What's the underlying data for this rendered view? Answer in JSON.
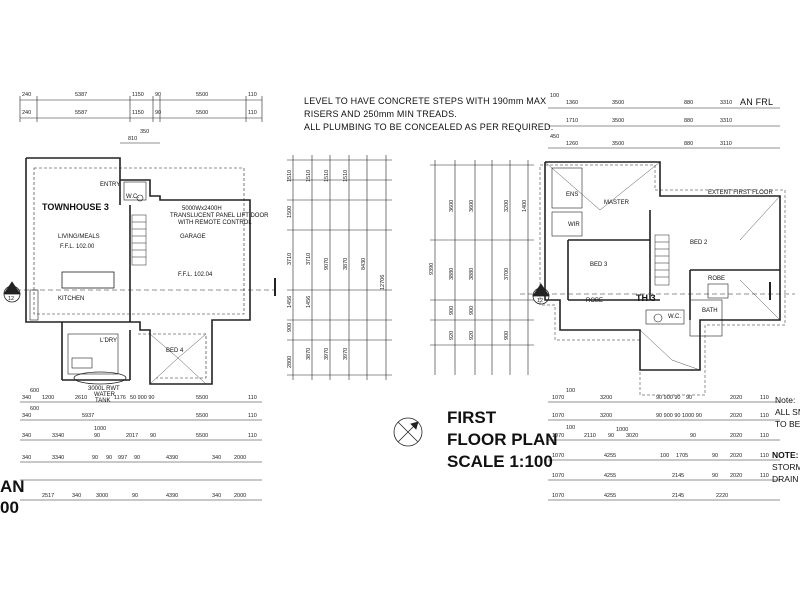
{
  "notes": {
    "top_lines": [
      "LEVEL TO HAVE CONCRETE STEPS WITH 190mm MAX",
      "RISERS AND 250mm MIN TREADS.",
      "ALL PLUMBING TO BE CONCEALED AS PER REQUIRED."
    ],
    "top_right": "AN FRL",
    "side_right_1": [
      "Note:",
      "ALL SM",
      "TO BE"
    ],
    "side_right_2": [
      "NOTE:",
      "STORM",
      "DRAIN"
    ]
  },
  "title_block": {
    "line1": "FIRST",
    "line2": "FLOOR PLAN",
    "line3": "SCALE 1:100"
  },
  "left_partial_title": [
    "AN",
    "00"
  ],
  "ground_plan": {
    "unit_title": "TOWNHOUSE 3",
    "rooms": {
      "entry": "ENTRY",
      "wc": "W.C.",
      "living": "LIVING/MEALS",
      "living_ffl": "F.F.L. 102.00",
      "kitchen": "KITCHEN",
      "garage": "GARAGE",
      "garage_ffl": "F.F.L. 102.04",
      "garage_door": [
        "5000Wx2400H",
        "TRANSLUCENT PANEL LIFT DOOR",
        "WITH REMOTE CONTROL"
      ],
      "bed4": "BED 4",
      "ldry": "L'DRY",
      "tank": [
        "3000L RWT",
        "WATER",
        "TANK"
      ]
    },
    "section_marker": {
      "top": "A",
      "bottom": "12"
    },
    "top_dims": [
      [
        "240",
        "5387",
        "1150",
        "90",
        "5500",
        "110"
      ],
      [
        "240",
        "5587",
        "1150",
        "90",
        "5500",
        "110"
      ],
      [
        "810",
        "350"
      ]
    ],
    "bottom_dims": [
      [
        "600",
        "340",
        "1200",
        "2610",
        "1176",
        "50 900 90",
        "5500",
        "110"
      ],
      [
        "600",
        "340",
        "5937",
        "5500",
        "110"
      ],
      [
        "1000",
        "340",
        "3340",
        "90",
        "2017",
        "90",
        "5500",
        "110"
      ],
      [
        "340",
        "3340",
        "90",
        "90",
        "997",
        "90",
        "4390",
        "340",
        "2000"
      ],
      [
        "2517",
        "340",
        "3000",
        "90",
        "4390",
        "340",
        "2000"
      ]
    ]
  },
  "first_plan": {
    "unit_title": "TH 3",
    "rooms": {
      "master": "MASTER",
      "ens": "ENS",
      "wir": "WIR",
      "bed2": "BED 2",
      "bed3": "BED 3",
      "robe1": "ROBE",
      "robe2": "ROBE",
      "bath": "BATH",
      "wc": "W.C.",
      "extent": "EXTENT FIRST FLOOR"
    },
    "section_marker": {
      "top": "A",
      "bottom": "12"
    },
    "top_dims": [
      [
        "100",
        "1360",
        "3500",
        "880",
        "3310"
      ],
      [
        "1710",
        "3500",
        "880",
        "3310"
      ],
      [
        "450",
        "1260",
        "3500",
        "880",
        "3110"
      ]
    ],
    "bottom_dims": [
      [
        "100",
        "1070",
        "3200",
        "90 900 90",
        "90",
        "2020",
        "110"
      ],
      [
        "1070",
        "3200",
        "90 900 90 1000 90",
        "2020",
        "110"
      ],
      [
        "100",
        "1000",
        "1070",
        "2110",
        "90",
        "3020",
        "90",
        "2020",
        "110"
      ],
      [
        "1070",
        "4255",
        "100",
        "1705",
        "90",
        "2020",
        "110"
      ],
      [
        "1070",
        "4255",
        "2145",
        "90",
        "2020",
        "110"
      ],
      [
        "1070",
        "4255",
        "2145",
        "2220"
      ]
    ]
  },
  "mid_dims": {
    "col1": [
      "1510",
      "1500",
      "3710",
      "1456",
      "900",
      "2800"
    ],
    "col2": [
      "1510",
      "3710",
      "1456",
      "3870"
    ],
    "col3": [
      "1510",
      "9070",
      "3970"
    ],
    "col4": [
      "8430",
      "12706"
    ],
    "col5": [
      "1510",
      "3870",
      "3970"
    ],
    "right_col1": [
      "3600",
      "3880",
      "920",
      "900"
    ],
    "right_col2": [
      "3600",
      "3880",
      "920",
      "900",
      "9390"
    ],
    "right_col3": [
      "1400",
      "3200",
      "3700",
      "900"
    ]
  }
}
